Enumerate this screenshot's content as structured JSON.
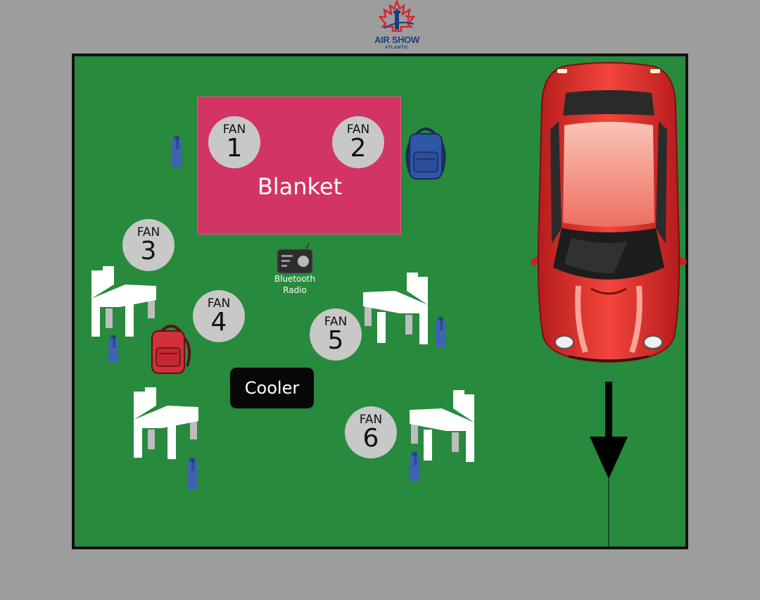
{
  "logo": {
    "line1": "AIR SHOW",
    "line2": "ATLANTIC",
    "brand_colors": {
      "red": "#d8242f",
      "blue": "#1c3d7a"
    }
  },
  "field": {
    "color": "#278a3d",
    "border_color": "#111111"
  },
  "blanket": {
    "label": "Blanket",
    "color": "#d23463"
  },
  "fans": [
    {
      "word": "FAN",
      "number": "1"
    },
    {
      "word": "FAN",
      "number": "2"
    },
    {
      "word": "FAN",
      "number": "3"
    },
    {
      "word": "FAN",
      "number": "4"
    },
    {
      "word": "FAN",
      "number": "5"
    },
    {
      "word": "FAN",
      "number": "6"
    }
  ],
  "cooler": {
    "label": "Cooler"
  },
  "radio": {
    "line1": "Bluetooth",
    "line2": "Radio",
    "icon": "radio-icon"
  },
  "water_bottle": {
    "label": "WATER",
    "color": "#3e63b0",
    "icon": "water-bottle-icon"
  },
  "backpacks": [
    {
      "color": "#2f57a8",
      "icon": "backpack-icon"
    },
    {
      "color": "#d2303a",
      "icon": "backpack-icon"
    }
  ],
  "chairs": {
    "color": "#ffffff",
    "icon": "chair-icon"
  },
  "car": {
    "color": "#e53530",
    "icon": "car-icon"
  },
  "exit_arrow": {
    "icon": "arrow-down-icon",
    "color": "#000000"
  }
}
